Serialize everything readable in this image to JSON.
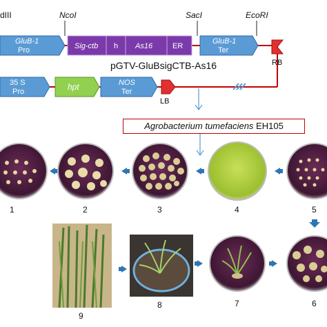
{
  "construct": {
    "site_labels": [
      {
        "id": "hindiii",
        "text": "dIII",
        "italic": false
      },
      {
        "id": "ncoi",
        "text": "NcoI",
        "italic": true
      },
      {
        "id": "saci",
        "text": "SacI",
        "italic": true
      },
      {
        "id": "ecori",
        "text": "EcoRI",
        "italic": true
      }
    ],
    "top_row": {
      "glub1_pro": {
        "line1": "GluB-1",
        "line2": "Pro"
      },
      "sig_ctb": "Sig-ctb",
      "h": "h",
      "as16": "As16",
      "er": "ER",
      "glub1_ter": {
        "line1": "GluB-1",
        "line2": "Ter"
      },
      "rb": "RB"
    },
    "plasmid_name": "pGTV-GluBsigCTB-As16",
    "bottom_row": {
      "p35s": {
        "line1": "35 S",
        "line2": "Pro"
      },
      "hpt": "hpt",
      "nos": {
        "line1": "NOS",
        "line2": "Ter"
      },
      "lb": "LB"
    },
    "agrobacterium": {
      "species": "Agrobacterium tumefaciens",
      "strain": " EH105"
    }
  },
  "steps": [
    {
      "num": "1"
    },
    {
      "num": "2"
    },
    {
      "num": "3"
    },
    {
      "num": "4"
    },
    {
      "num": "5"
    },
    {
      "num": "6"
    },
    {
      "num": "7"
    },
    {
      "num": "8"
    },
    {
      "num": "9"
    }
  ],
  "colors": {
    "blue_box": "#5b9bd5",
    "purple_box": "#7030a0",
    "green_box": "#92d050",
    "red_border": "#c00000",
    "red_marker": "#e03030",
    "line_red": "#c00000",
    "arrow_blue": "#2e75b6",
    "callout_blue": "#5b9bd5",
    "plate_purple": "#4a1e3e"
  }
}
